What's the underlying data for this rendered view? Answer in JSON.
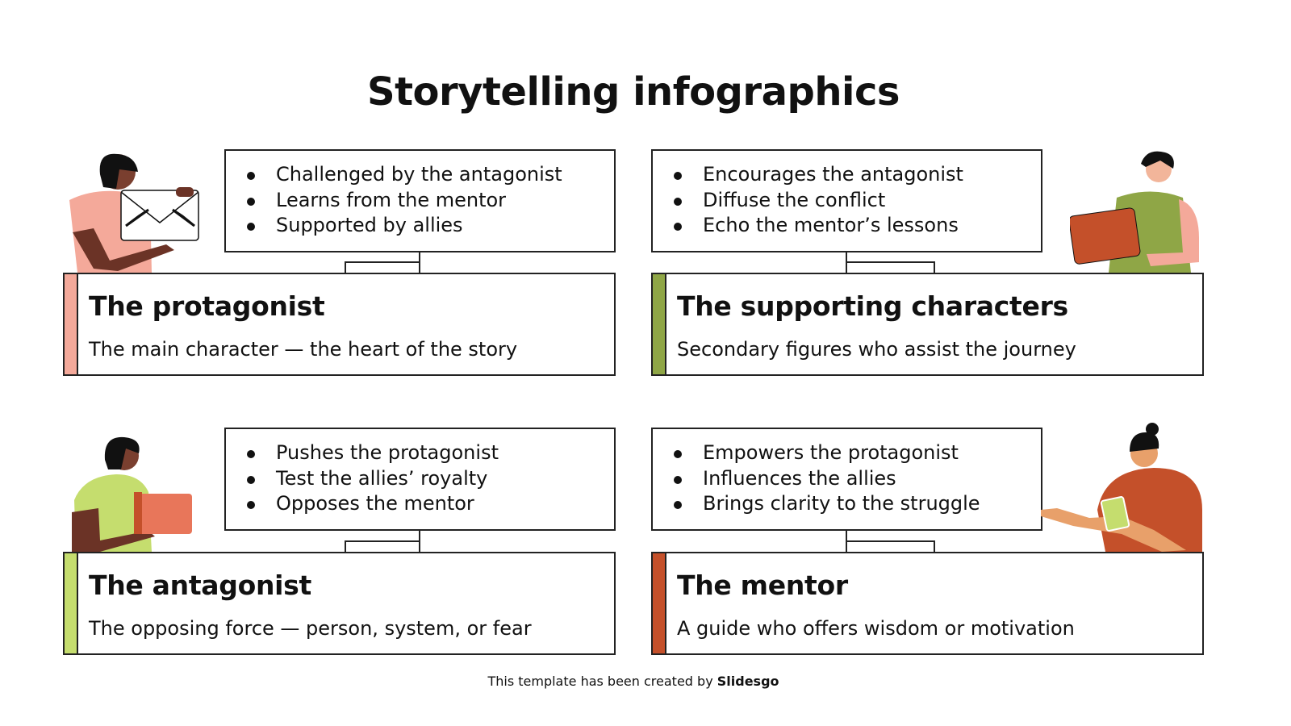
{
  "title": "Storytelling infographics",
  "colors": {
    "protagonist": "#f4a99a",
    "supporting": "#8fa646",
    "antagonist": "#c5dd6e",
    "mentor": "#c4502a"
  },
  "cards": [
    {
      "title": "The protagonist",
      "desc": "The main character — the heart of the story",
      "bullets": [
        "Challenged by the antagonist",
        "Learns from the mentor",
        "Supported by allies"
      ]
    },
    {
      "title": "The supporting characters",
      "desc": "Secondary figures who assist the journey",
      "bullets": [
        "Encourages the antagonist",
        "Diffuse the conflict",
        "Echo the mentor’s lessons"
      ]
    },
    {
      "title": "The antagonist",
      "desc": "The opposing force — person, system, or fear",
      "bullets": [
        "Pushes the protagonist",
        "Test the allies’ royalty",
        "Opposes the mentor"
      ]
    },
    {
      "title": "The mentor",
      "desc": "A guide who offers wisdom or motivation",
      "bullets": [
        "Empowers the protagonist",
        "Influences the allies",
        "Brings clarity to the struggle"
      ]
    }
  ],
  "footer": {
    "text": "This template has been created by ",
    "brand": "Slidesgo"
  }
}
